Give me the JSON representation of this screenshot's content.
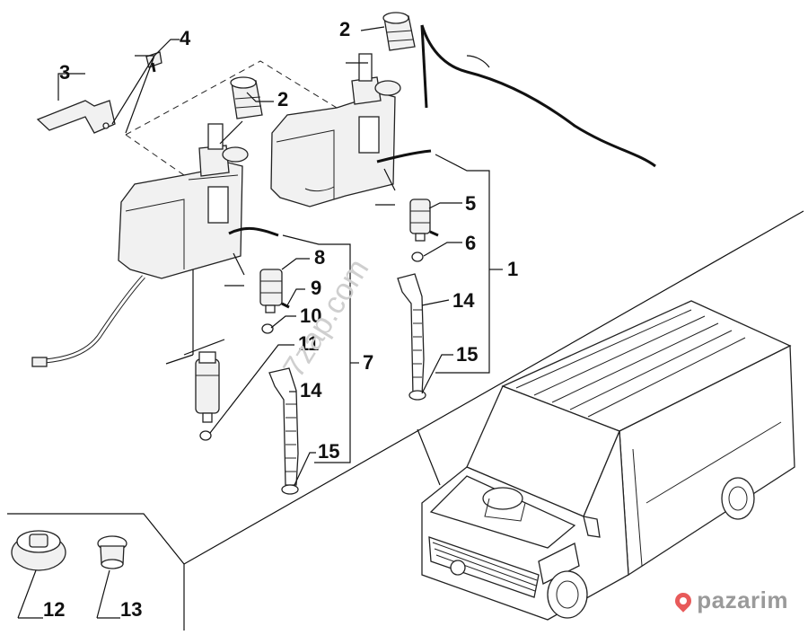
{
  "diagram": {
    "labels": {
      "l1": "1",
      "l2a": "2",
      "l2b": "2",
      "l3": "3",
      "l4": "4",
      "l5": "5",
      "l6": "6",
      "l7": "7",
      "l8": "8",
      "l9": "9",
      "l10": "10",
      "l11": "11",
      "l14a": "14",
      "l14b": "14",
      "l15a": "15",
      "l15b": "15",
      "l12": "12",
      "l13": "13"
    },
    "watermark_text": "7zap.com",
    "brand_text": "pazarim",
    "brand_color": "#e85a5a"
  }
}
